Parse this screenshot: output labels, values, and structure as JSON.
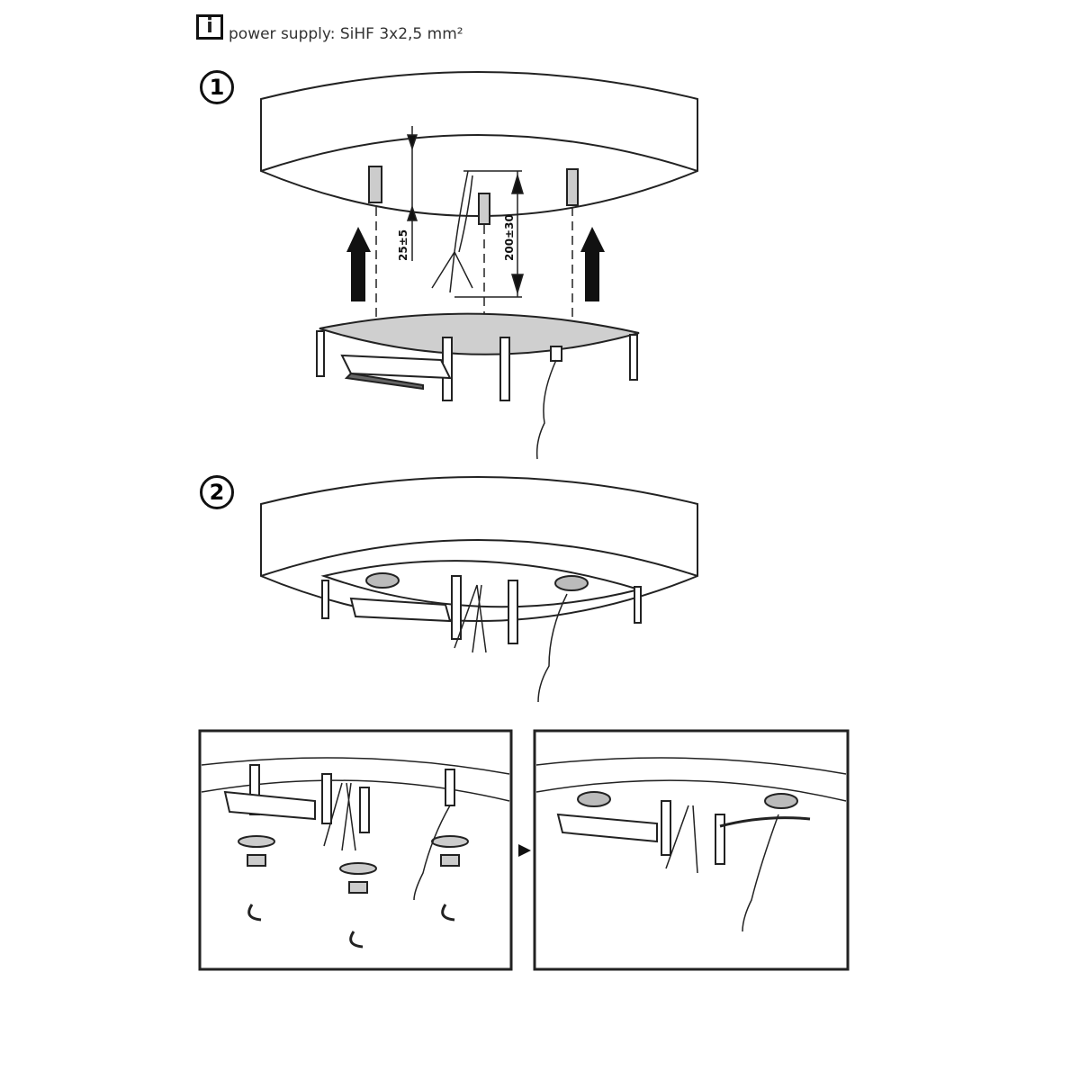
{
  "info": {
    "icon": "info-icon",
    "label": "i",
    "text": "power supply: SiHF 3x2,5 mm²"
  },
  "steps": [
    {
      "number": "1"
    },
    {
      "number": "2"
    }
  ],
  "dimensions": {
    "bolt_length": "25±5",
    "cable_length": "200±30"
  },
  "colors": {
    "line": "#222222",
    "fill_gray": "#cfcfcf"
  }
}
